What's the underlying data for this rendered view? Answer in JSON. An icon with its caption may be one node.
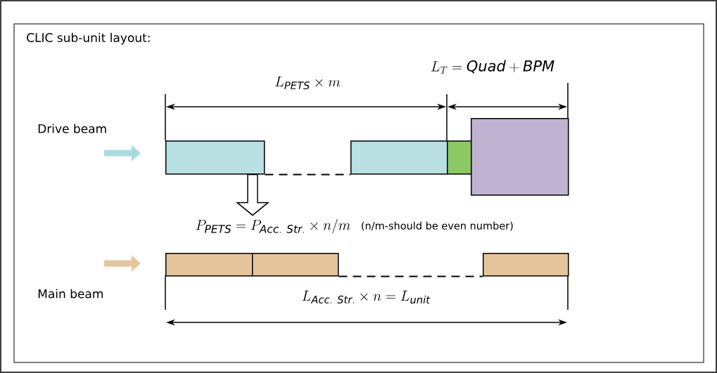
{
  "diagram": {
    "title": "CLIC sub-unit layout:",
    "nodes": [
      {
        "text": [],
        "shape": "box"
      },
      {
        "text": [],
        "shape": "box"
      },
      {
        "text": [],
        "shape": "box"
      },
      {
        "text": [],
        "shape": "box"
      },
      {
        "text": [],
        "shape": "box"
      },
      {
        "text": [],
        "shape": "box"
      },
      {
        "text": [],
        "shape": "box"
      },
      {
        "text": [
          "P_{\\mathit{PETS}} = P_{\\mathit{Acc.\\ Str.}} \\times n/m"
        ],
        "beside": [
          "(n/m-should be even number)"
        ]
      }
    ],
    "edges": [
      {
        "from": 0,
        "to": 1,
        "arrow": "none",
        "style": "dashed"
      },
      {
        "from": 0,
        "to": 7,
        "arrow": "to"
      },
      {
        "from": 5,
        "to": 6,
        "arrow": "none",
        "style": "dashed"
      }
    ],
    "labels": [
      "Drive beam",
      "L_{\\mathit{PETS}} \\times m",
      "L_{T}=\\mathit{Quad}+\\mathit{BPM}",
      "Main beam",
      "L_{\\mathit{Acc.\\ Str.}} \\times n = L_{\\mathit{unit}}"
    ]
  }
}
